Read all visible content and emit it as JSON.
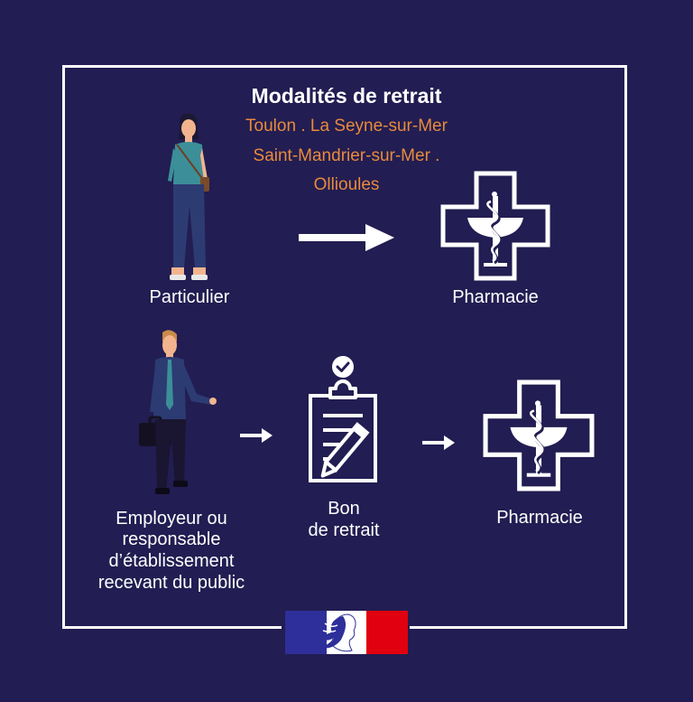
{
  "title": "Modalités de retrait",
  "locations": {
    "line1": "Toulon . La Seyne-sur-Mer",
    "line2": "Saint-Mandrier-sur-Mer .",
    "line3": "Ollioules"
  },
  "flow1": {
    "from_label": "Particulier",
    "to_label": "Pharmacie"
  },
  "flow2": {
    "from_label_lines": [
      "Employeur ou",
      "responsable",
      "d’établissement",
      "recevant du public"
    ],
    "mid_label_lines": [
      "Bon",
      "de retrait"
    ],
    "to_label": "Pharmacie"
  },
  "colors": {
    "background": "#221d52",
    "accent_orange": "#e88a3c",
    "flag_blue": "#2e2f9a",
    "flag_red": "#e1000f"
  }
}
